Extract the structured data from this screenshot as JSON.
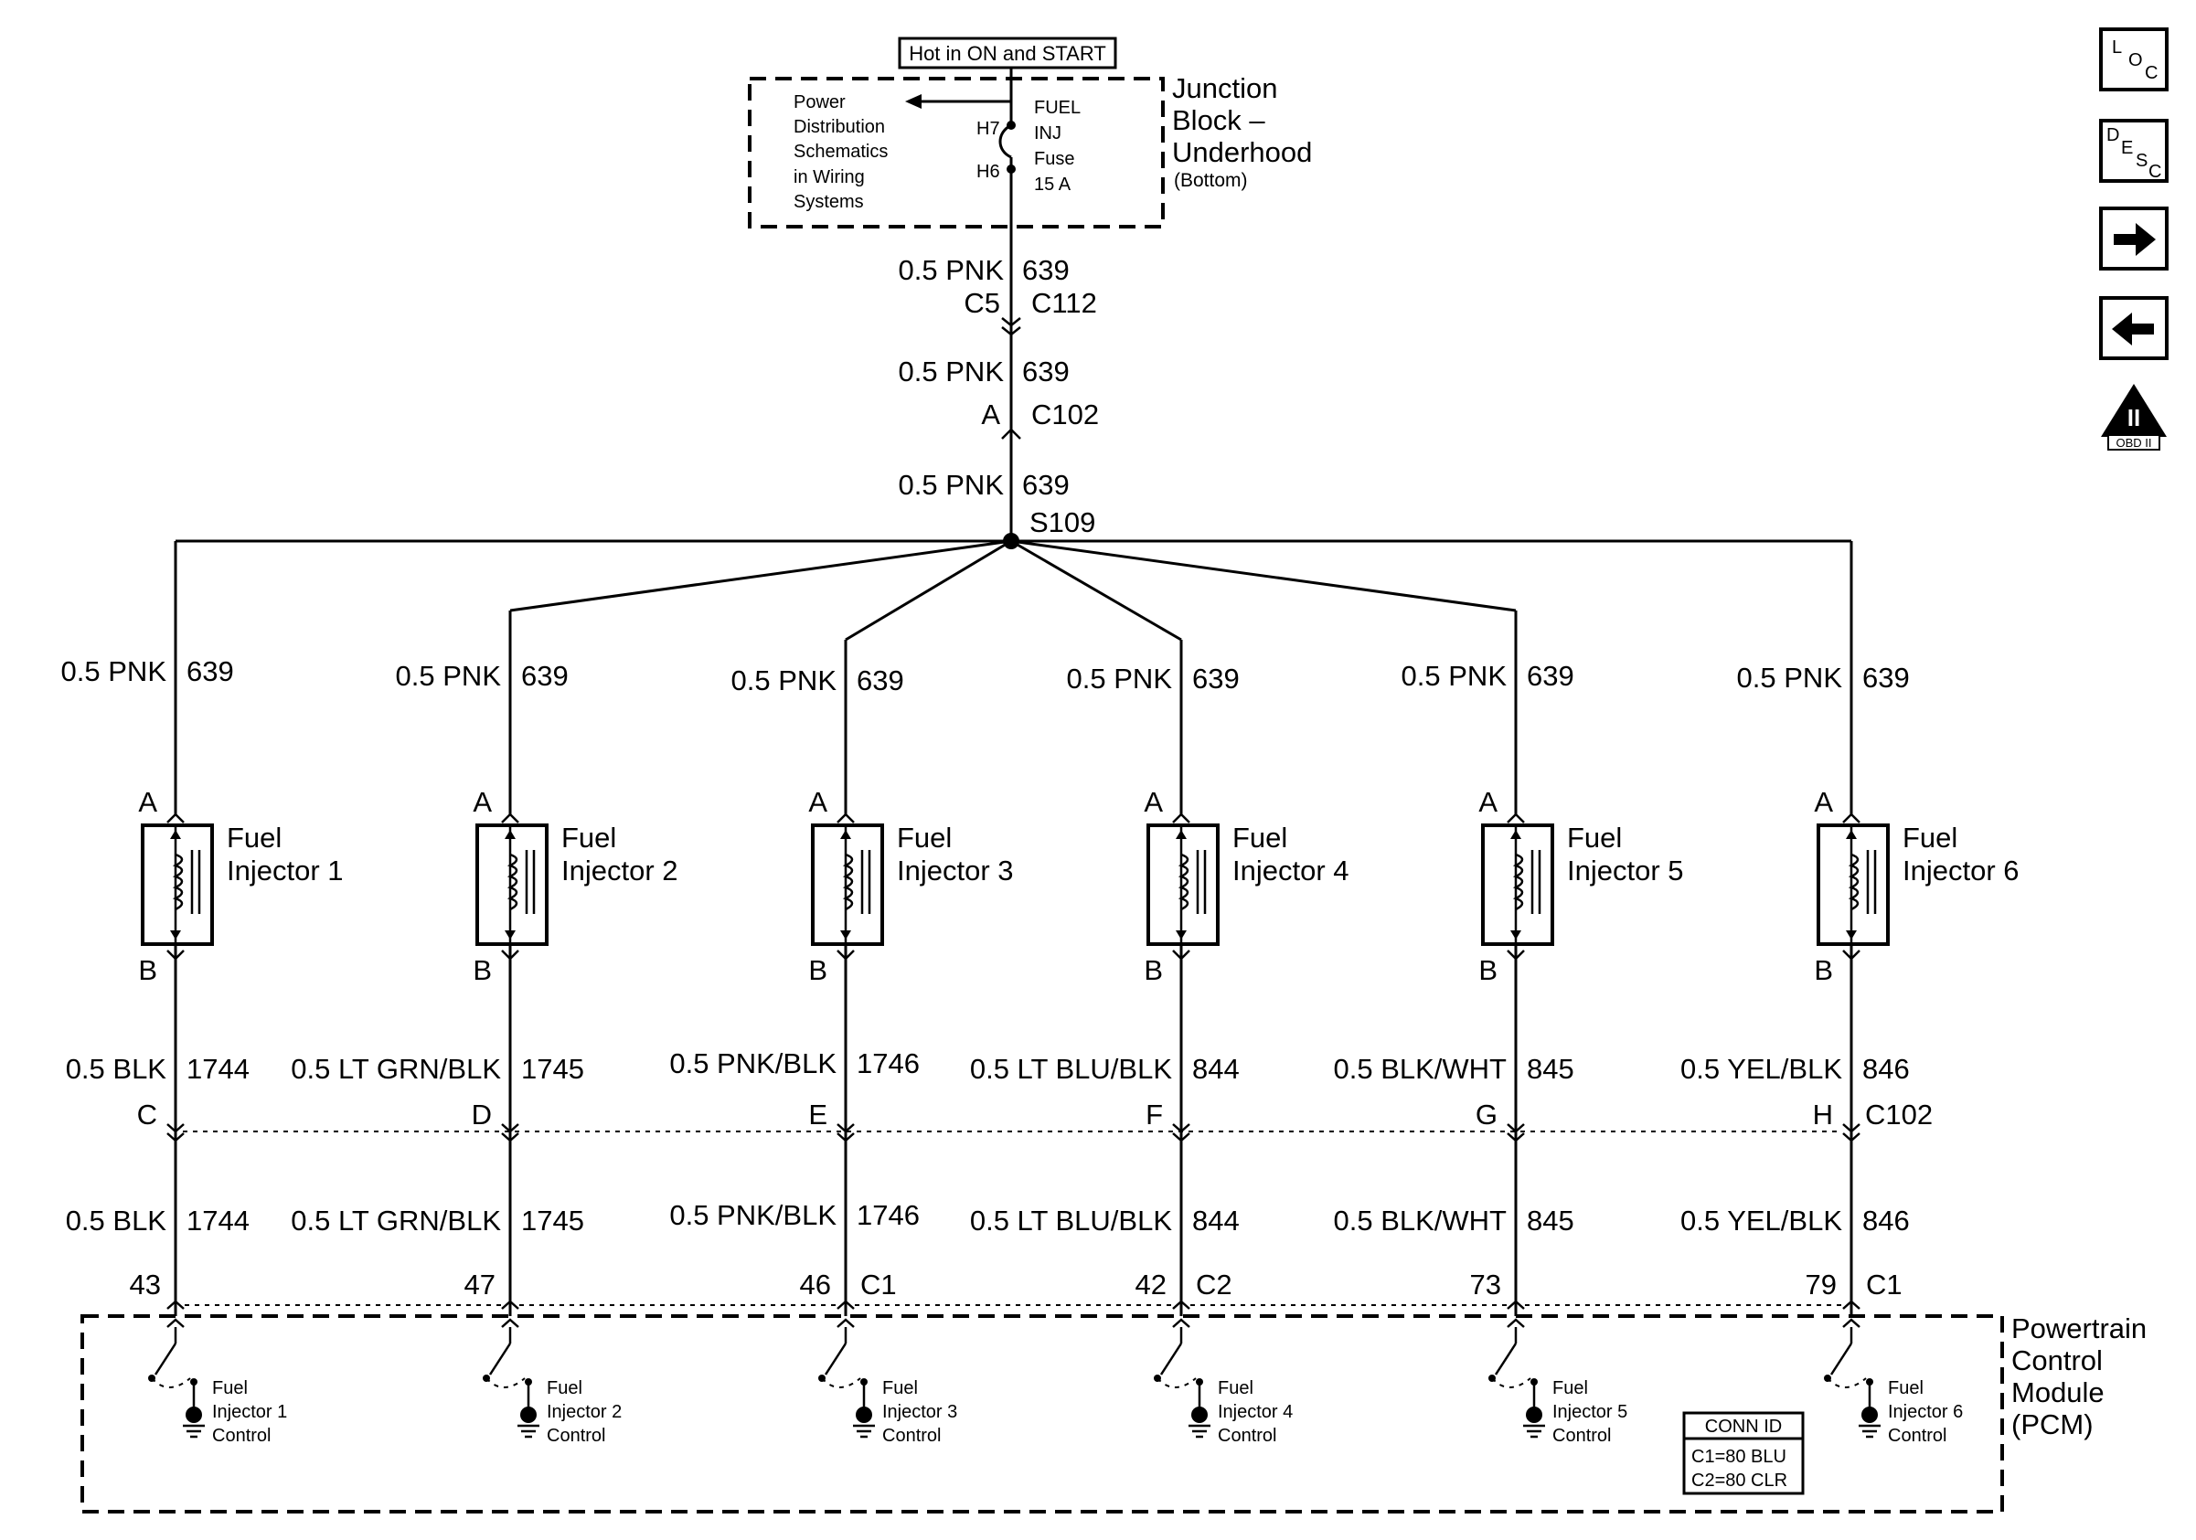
{
  "top_label": "Hot in ON and START",
  "junction_block": {
    "title_lines": [
      "Junction",
      "Block –",
      "Underhood"
    ],
    "sub": "(Bottom)",
    "pd_lines": [
      "Power",
      "Distribution",
      "Schematics",
      "in Wiring",
      "Systems"
    ],
    "fuse_lines": [
      "FUEL",
      "INJ",
      "Fuse",
      "15 A"
    ],
    "pin_top": "H7",
    "pin_bottom": "H6"
  },
  "feed": [
    {
      "gauge": "0.5 PNK",
      "circuit": "639"
    },
    {
      "gauge": "0.5 PNK",
      "circuit": "639"
    },
    {
      "gauge": "0.5 PNK",
      "circuit": "639"
    }
  ],
  "connectors": {
    "c5": "C5",
    "c112": "C112",
    "c102_pin": "A",
    "c102": "C102",
    "splice": "S109",
    "c102_lower": "C102"
  },
  "injectors": [
    {
      "name1": "Fuel",
      "name2": "Injector 1",
      "wire_top": {
        "gauge": "0.5 PNK",
        "circuit": "639"
      },
      "pin_a": "A",
      "pin_b": "B",
      "wire_mid": {
        "gauge": "0.5 BLK",
        "circuit": "1744"
      },
      "conn_pin": "C",
      "wire_low": {
        "gauge": "0.5 BLK",
        "circuit": "1744"
      },
      "pcm_pin": "43",
      "pcm_conn": "",
      "ctrl": [
        "Fuel",
        "Injector 1",
        "Control"
      ]
    },
    {
      "name1": "Fuel",
      "name2": "Injector 2",
      "wire_top": {
        "gauge": "0.5 PNK",
        "circuit": "639"
      },
      "pin_a": "A",
      "pin_b": "B",
      "wire_mid": {
        "gauge": "0.5 LT GRN/BLK",
        "circuit": "1745"
      },
      "conn_pin": "D",
      "wire_low": {
        "gauge": "0.5 LT GRN/BLK",
        "circuit": "1745"
      },
      "pcm_pin": "47",
      "pcm_conn": "",
      "ctrl": [
        "Fuel",
        "Injector 2",
        "Control"
      ]
    },
    {
      "name1": "Fuel",
      "name2": "Injector 3",
      "wire_top": {
        "gauge": "0.5 PNK",
        "circuit": "639"
      },
      "pin_a": "A",
      "pin_b": "B",
      "wire_mid": {
        "gauge": "0.5 PNK/BLK",
        "circuit": "1746"
      },
      "conn_pin": "E",
      "wire_low": {
        "gauge": "0.5 PNK/BLK",
        "circuit": "1746"
      },
      "pcm_pin": "46",
      "pcm_conn": "C1",
      "ctrl": [
        "Fuel",
        "Injector 3",
        "Control"
      ]
    },
    {
      "name1": "Fuel",
      "name2": "Injector 4",
      "wire_top": {
        "gauge": "0.5 PNK",
        "circuit": "639"
      },
      "pin_a": "A",
      "pin_b": "B",
      "wire_mid": {
        "gauge": "0.5 LT BLU/BLK",
        "circuit": "844"
      },
      "conn_pin": "F",
      "wire_low": {
        "gauge": "0.5 LT BLU/BLK",
        "circuit": "844"
      },
      "pcm_pin": "42",
      "pcm_conn": "C2",
      "ctrl": [
        "Fuel",
        "Injector 4",
        "Control"
      ]
    },
    {
      "name1": "Fuel",
      "name2": "Injector 5",
      "wire_top": {
        "gauge": "0.5 PNK",
        "circuit": "639"
      },
      "pin_a": "A",
      "pin_b": "B",
      "wire_mid": {
        "gauge": "0.5 BLK/WHT",
        "circuit": "845"
      },
      "conn_pin": "G",
      "wire_low": {
        "gauge": "0.5 BLK/WHT",
        "circuit": "845"
      },
      "pcm_pin": "73",
      "pcm_conn": "",
      "ctrl": [
        "Fuel",
        "Injector 5",
        "Control"
      ]
    },
    {
      "name1": "Fuel",
      "name2": "Injector 6",
      "wire_top": {
        "gauge": "0.5 PNK",
        "circuit": "639"
      },
      "pin_a": "A",
      "pin_b": "B",
      "wire_mid": {
        "gauge": "0.5 YEL/BLK",
        "circuit": "846"
      },
      "conn_pin": "H",
      "wire_low": {
        "gauge": "0.5 YEL/BLK",
        "circuit": "846"
      },
      "pcm_pin": "79",
      "pcm_conn": "C1",
      "ctrl": [
        "Fuel",
        "Injector 6",
        "Control"
      ]
    }
  ],
  "pcm": {
    "title_lines": [
      "Powertrain",
      "Control",
      "Module",
      "(PCM)"
    ]
  },
  "conn_id": {
    "title": "CONN ID",
    "lines": [
      "C1=80 BLU",
      "C2=80 CLR"
    ]
  },
  "nav": {
    "loc": [
      "L",
      "O",
      "C"
    ],
    "desc": [
      "D",
      "E",
      "S",
      "C"
    ],
    "obd_top": "II",
    "obd_label": "OBD II"
  }
}
